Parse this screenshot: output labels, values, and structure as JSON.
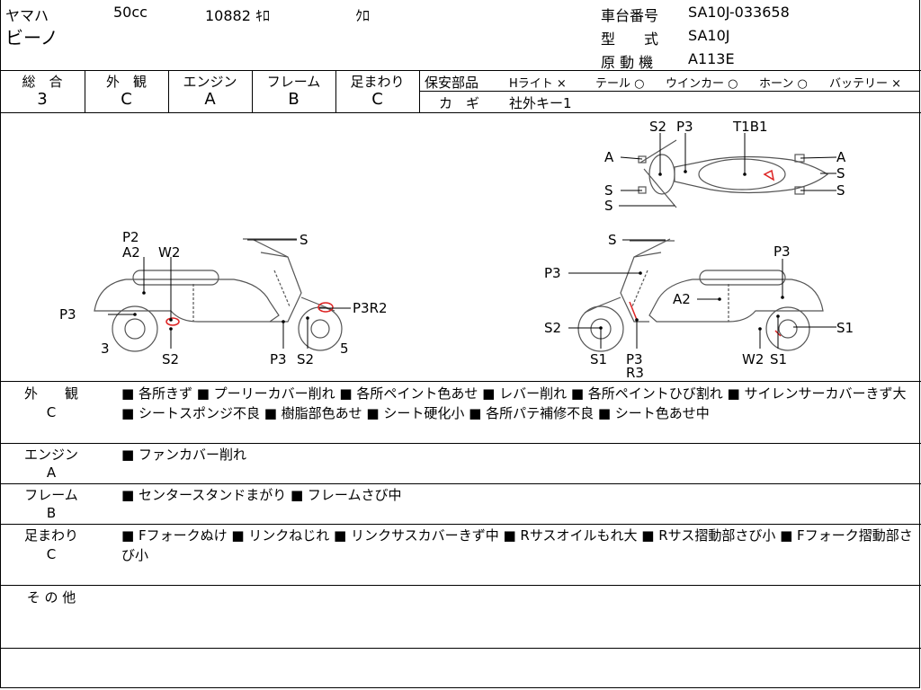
{
  "header": {
    "maker": "ヤマハ",
    "displacement": "50cc",
    "mileage": "10882 ｷﾛ",
    "color": "ｸﾛ",
    "model_name": "ビーノ",
    "frame_no_label": "車台番号",
    "frame_no": "SA10J-033658",
    "type_label": "型　　式",
    "type": "SA10J",
    "engine_label": "原 動 機",
    "engine": "A113E"
  },
  "grades": {
    "total_label": "総　合",
    "total": "3",
    "exterior_label": "外　観",
    "exterior": "C",
    "engine_label": "エンジン",
    "engine": "A",
    "frame_label": "フレーム",
    "frame": "B",
    "suspension_label": "足まわり",
    "suspension": "C"
  },
  "parts": {
    "label": "保安部品",
    "headlight": "Hライト ×",
    "tail": "テール ○",
    "winker": "ウインカー ○",
    "horn": "ホーン ○",
    "battery": "バッテリー ×",
    "key_label": "カ　ギ",
    "key": "社外キー1"
  },
  "diagram": {
    "top_labels": [
      "S2",
      "P3",
      "T1B1",
      "A",
      "A",
      "S",
      "S",
      "S",
      "S"
    ],
    "left_labels": [
      "P2",
      "A2",
      "W2",
      "S",
      "P3",
      "P3R2",
      "3",
      "S2",
      "P3",
      "S2",
      "5"
    ],
    "right_labels": [
      "S",
      "P3",
      "P3",
      "A2",
      "S2",
      "S1",
      "S1",
      "P3",
      "R3",
      "W2",
      "S1"
    ]
  },
  "sections": [
    {
      "label": "外　　観",
      "grade": "C",
      "text": "■ 各所きず ■ プーリーカバー削れ ■ 各所ペイント色あせ ■ レバー削れ ■ 各所ペイントひび割れ ■ サイレンサーカバーきず大 ■ シートスポンジ不良 ■ 樹脂部色あせ ■ シート硬化小 ■ 各所パテ補修不良 ■ シート色あせ中"
    },
    {
      "label": "エンジン",
      "grade": "A",
      "text": "■ ファンカバー削れ"
    },
    {
      "label": "フレーム",
      "grade": "B",
      "text": "■ センタースタンドまがり ■ フレームさび中"
    },
    {
      "label": "足まわり",
      "grade": "C",
      "text": "■ Fフォークぬけ ■ リンクねじれ ■ リンクサスカバーきず中 ■ Rサスオイルもれ大 ■ Rサス摺動部さび小 ■ Fフォーク摺動部さび小"
    },
    {
      "label": "そ の 他",
      "grade": "",
      "text": ""
    }
  ]
}
